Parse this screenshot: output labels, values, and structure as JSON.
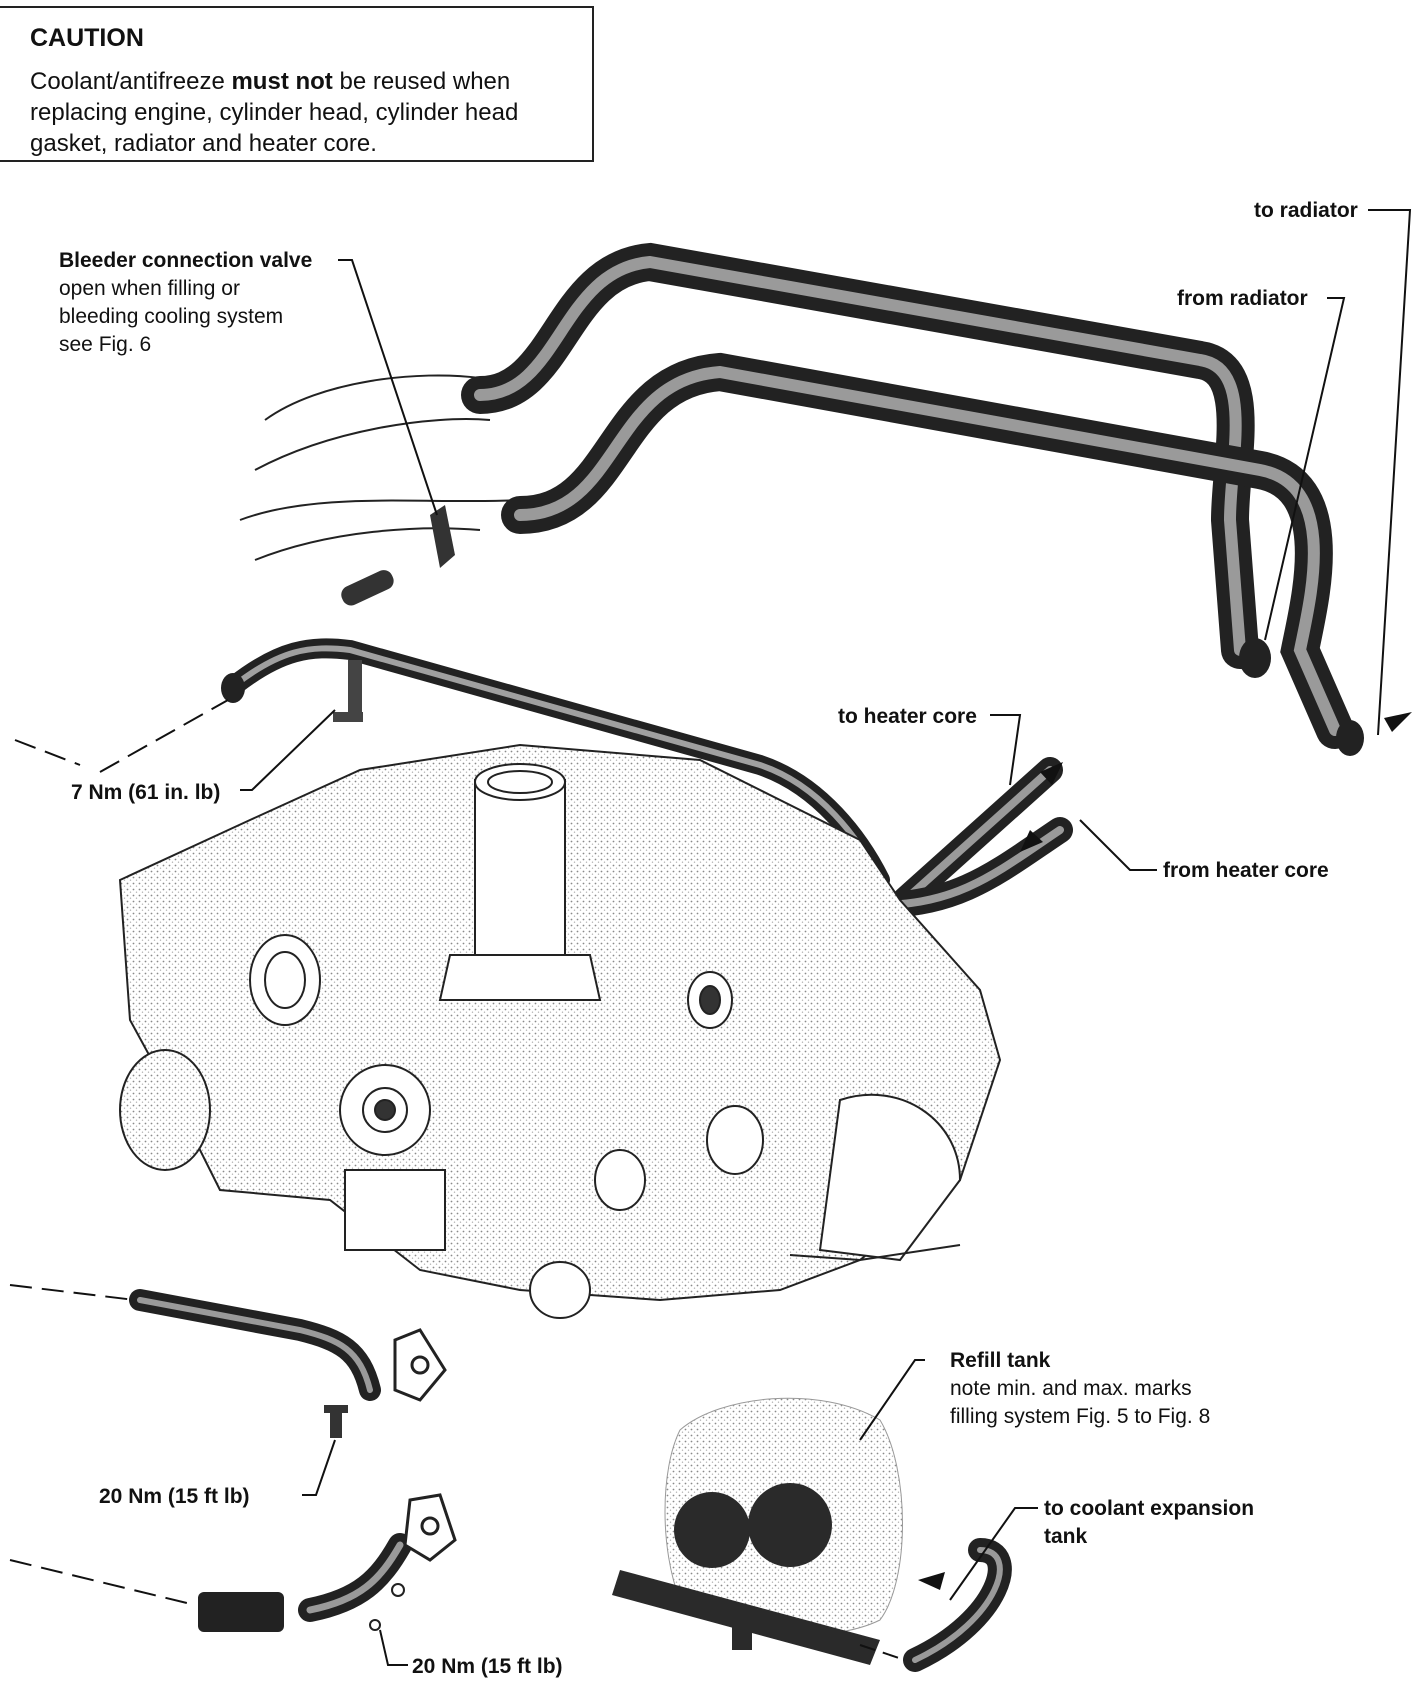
{
  "caution": {
    "title": "CAUTION",
    "text_before": "Coolant/antifreeze ",
    "text_bold": "must not",
    "text_after": " be reused when replacing engine, cylinder head, cylinder head gasket, radiator and heater core."
  },
  "labels": {
    "to_radiator": "to radiator",
    "from_radiator": "from radiator",
    "bleeder": {
      "title": "Bleeder connection valve",
      "line1": "open when filling or",
      "line2": "bleeding cooling system",
      "line3": "see Fig. 6"
    },
    "torque_7nm": "7 Nm (61 in. lb)",
    "to_heater_core": "to heater core",
    "from_heater_core": "from heater core",
    "refill_tank": {
      "title": "Refill tank",
      "line1": "note min. and max. marks",
      "line2": "filling system Fig. 5 to Fig. 8"
    },
    "to_coolant_expansion_line1": "to coolant expansion",
    "to_coolant_expansion_line2": "tank",
    "torque_20nm_a": "20 Nm (15 ft lb)",
    "torque_20nm_b": "20 Nm (15 ft lb)"
  },
  "colors": {
    "ink": "#111111",
    "hose": "#2b2b2b",
    "shade": "#9a9a9a"
  }
}
